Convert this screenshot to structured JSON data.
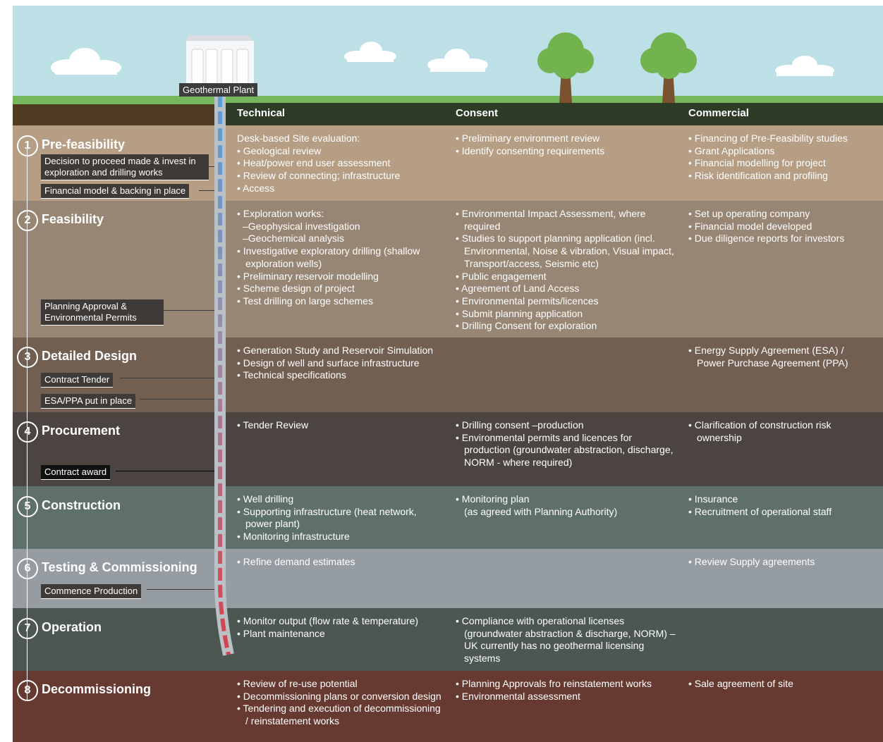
{
  "plant_label": "Geothermal Plant",
  "columns": {
    "technical": "Technical",
    "consent": "Consent",
    "commercial": "Commercial"
  },
  "stages": [
    {
      "num": "1",
      "title": "Pre-feasibility",
      "color": "#b59e84",
      "technical": [
        "Desk-based Site evaluation:",
        "Geological review",
        "Heat/power end user assessment",
        "Review of connecting; infrastructure",
        "Access"
      ],
      "consent": [
        "Preliminary environment review",
        "Identify consenting requirements"
      ],
      "commercial": [
        "Financing of Pre-Feasibility studies",
        "Grant Applications",
        "Financial modelling for project",
        "Risk identification and profiling"
      ],
      "milestones": [
        "Decision to proceed made & invest in exploration and drilling works",
        "Financial model & backing in place"
      ]
    },
    {
      "num": "2",
      "title": "Feasibility",
      "color": "#978673",
      "technical": [
        "Exploration works:",
        "Geophysical investigation",
        "Geochemical analysis",
        "Investigative exploratory drilling (shallow exploration wells)",
        "Preliminary reservoir modelling",
        "Scheme design of project",
        "Test drilling on large schemes"
      ],
      "consent": [
        "Environmental Impact Assessment, where required",
        "Studies to support planning application (incl. Environmental, Noise & vibration, Visual impact, Transport/access, Seismic etc)",
        "Public engagement",
        "Agreement of Land Access",
        "Environmental permits/licences",
        "Submit planning application",
        "Drilling Consent for exploration"
      ],
      "commercial": [
        "Set up operating company",
        "Financial model developed",
        "Due diligence reports for investors"
      ],
      "milestones": [
        "Planning Approval & Environmental Permits"
      ]
    },
    {
      "num": "3",
      "title": "Detailed Design",
      "color": "#725f51",
      "technical": [
        "Generation Study and Reservoir Simulation",
        "Design of well and surface infrastructure",
        "Technical specifications"
      ],
      "consent": [],
      "commercial": [
        "Energy Supply Agreement (ESA) / Power Purchase Agreement (PPA)"
      ],
      "milestones": [
        "Contract Tender",
        "ESA/PPA put in place"
      ]
    },
    {
      "num": "4",
      "title": "Procurement",
      "color": "#4b4440",
      "technical": [
        "Tender Review"
      ],
      "consent": [
        "Drilling consent –production",
        "Environmental permits and licences for production (groundwater abstraction, discharge, NORM - where required)"
      ],
      "commercial": [
        "Clarification of construction risk ownership"
      ],
      "milestones": [
        "Contract award"
      ]
    },
    {
      "num": "5",
      "title": "Construction",
      "color": "#5f6f6b",
      "technical": [
        "Well drilling",
        "Supporting infrastructure (heat network, power plant)",
        "Monitoring infrastructure"
      ],
      "consent": [
        "Monitoring plan",
        "(as agreed with Planning Authority)"
      ],
      "commercial": [
        "Insurance",
        "Recruitment of operational staff"
      ],
      "milestones": []
    },
    {
      "num": "6",
      "title": "Testing & Commissioning",
      "color": "#959da3",
      "technical": [
        "Refine demand estimates"
      ],
      "consent": [],
      "commercial": [
        "Review Supply agreements"
      ],
      "milestones": [
        "Commence Production"
      ]
    },
    {
      "num": "7",
      "title": "Operation",
      "color": "#4c5751",
      "technical": [
        "Monitor output (flow rate & temperature)",
        "Plant maintenance"
      ],
      "consent": [
        "Compliance with operational licenses (groundwater abstraction & discharge, NORM) – UK currently has no geothermal licensing systems"
      ],
      "commercial": [],
      "milestones": []
    },
    {
      "num": "8",
      "title": "Decommissioning",
      "color": "#663a31",
      "technical": [
        "Review of re-use potential",
        "Decommissioning plans or conversion design",
        "Tendering and execution of decommissioning / reinstatement works"
      ],
      "consent": [
        "Planning Approvals fro reinstatement works",
        "Environmental assessment"
      ],
      "commercial": [
        "Sale agreement of site"
      ],
      "milestones": []
    }
  ],
  "colors": {
    "sky": "#bde0e7",
    "grass": "#77b75c",
    "soil": "#4f3a22",
    "pipe_top": "#5aa0d8",
    "pipe_bottom": "#d8404a"
  },
  "icons": [
    "cloud-icon",
    "tree-icon",
    "building-icon",
    "well-pipe-icon"
  ]
}
